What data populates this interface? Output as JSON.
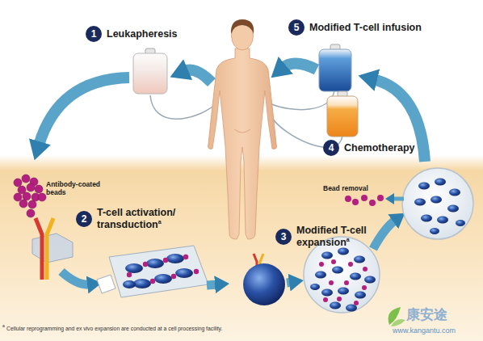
{
  "diagram": {
    "nodes": [
      {
        "text": [
          "1",
          "Leukapheresis"
        ]
      },
      {
        "text": [
          "2",
          "T-cell activation/ transduction",
          "a"
        ]
      },
      {
        "text": [
          "3",
          "Modified T-cell expansion",
          "a"
        ]
      },
      {
        "text": [
          "4",
          "Chemotherapy"
        ]
      },
      {
        "text": [
          "5",
          "Modified T-cell infusion"
        ]
      }
    ],
    "labels": [
      "Antibody-coated beads",
      "Bead removal",
      "a",
      "Cellular reprogramming and ex vivo expansion are conducted at a cell processing facility.",
      "康安途",
      "www.kangantu.com"
    ]
  }
}
